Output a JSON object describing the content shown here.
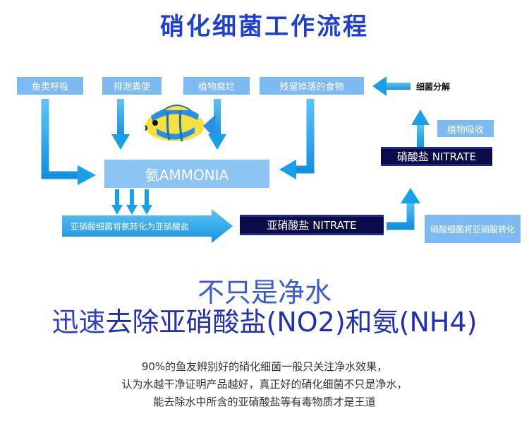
{
  "title": "硝化细菌工作流程",
  "sources": {
    "fish_breathing": "鱼类呼吸",
    "excretion": "排泄粪便",
    "plant_rot": "植物腐烂",
    "leftover_food": "残留掉落的食物"
  },
  "decomposition": "细菌分解",
  "plant_absorb": "植物吸收",
  "nitrate_top": "硝酸盐 NITRATE",
  "ammonia": "氨AMMONIA",
  "nitrite_step": "亚硝酸细菌将氨转化为亚硝酸盐",
  "nitrite_box": "亚硝酸盐 NITRATE",
  "nitrate_step": "硝酸细菌将亚硝酸转化",
  "headline1": "不只是净水",
  "headline2_a": "迅速",
  "headline2_b": "去除亚硝酸盐(NO2)和氨(NH4)",
  "paragraph": [
    "90%的鱼友辨别好的硝化细菌一般只关注净水效果，",
    "认为水越干净证明产品越好，真正好的硝化细菌不只是净水，",
    "能去除水中所含的亚硝酸盐等有毒物质才是王道"
  ],
  "colors": {
    "title": "#1e3fd6",
    "box": "#7dbaf2",
    "arrow": "#1aa0e8",
    "dark_box": "#0b0b4a"
  }
}
